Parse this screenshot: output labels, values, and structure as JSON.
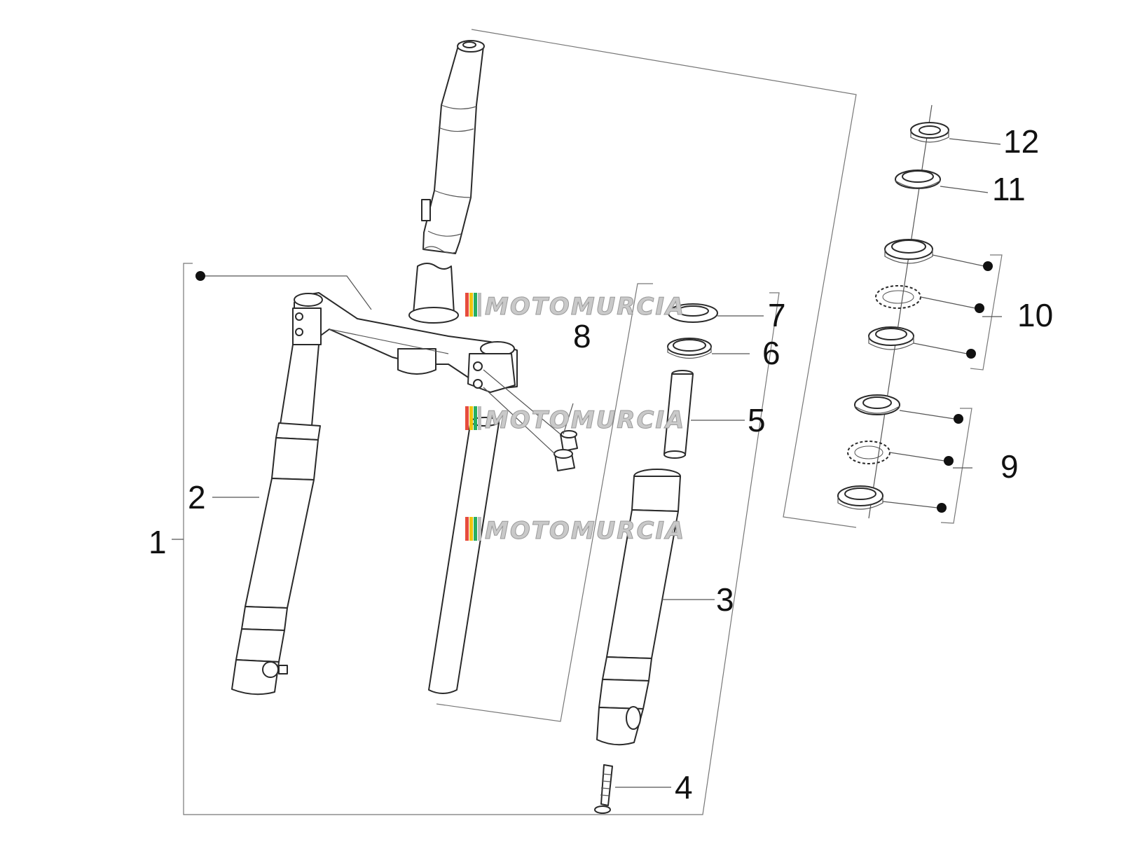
{
  "diagram": {
    "callouts": [
      "1",
      "2",
      "3",
      "4",
      "5",
      "6",
      "7",
      "8",
      "9",
      "10",
      "11",
      "12"
    ],
    "watermark": "MOTOMURCIA",
    "watermark_colors": [
      "#e74c3c",
      "#f1c40f",
      "#27ae60",
      "#bdbdbd"
    ],
    "line_color": "#2a2a2a",
    "leader_color": "#555555"
  }
}
